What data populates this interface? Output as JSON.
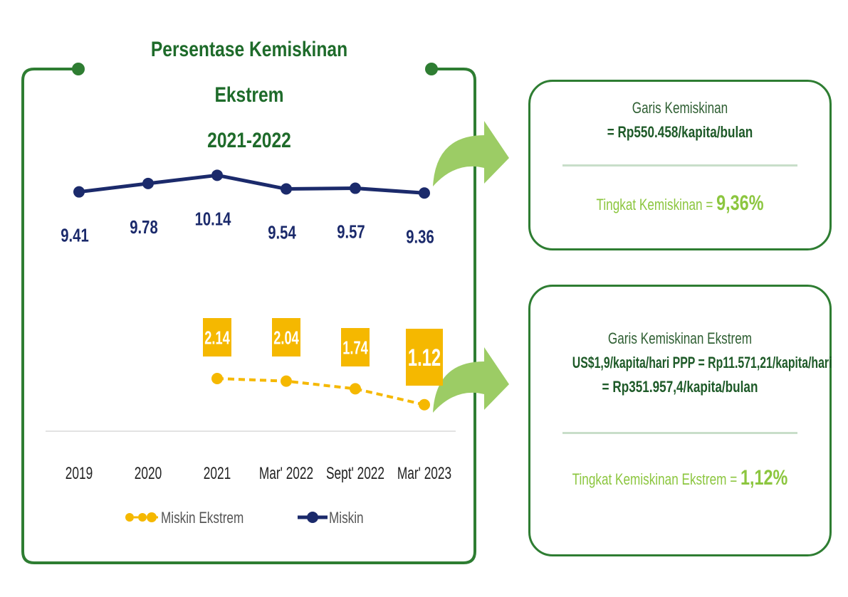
{
  "chart_data": {
    "type": "line",
    "title": [
      "Persentase Kemiskinan Ekstrem",
      "2021-2022"
    ],
    "categories": [
      "2019",
      "2020",
      "2021",
      "Mar' 2022",
      "Sept' 2022",
      "Mar' 2023"
    ],
    "series": [
      {
        "name": "Miskin",
        "color": "#1b2a6b",
        "values": [
          9.41,
          9.78,
          10.14,
          9.54,
          9.57,
          9.36
        ]
      },
      {
        "name": "Miskin Ekstrem",
        "color": "#f5b800",
        "values": [
          null,
          null,
          2.14,
          2.04,
          1.74,
          1.12
        ]
      }
    ],
    "data_labels": {
      "Miskin": [
        "9.41",
        "9.78",
        "10.14",
        "9.54",
        "9.57",
        "9.36"
      ],
      "Miskin Ekstrem": [
        "",
        "",
        "2.14",
        "2.04",
        "1.74",
        "1.12"
      ]
    },
    "legend": "bottom"
  },
  "cards": [
    {
      "lines": [
        "Garis Kemiskinan",
        "= Rp550.458/kapita/bulan"
      ],
      "rate_label": "Tingkat Kemiskinan = ",
      "rate_value": "9,36%"
    },
    {
      "lines": [
        "Garis Kemiskinan Ekstrem",
        "US$1,9/kapita/hari PPP = Rp11.571,21/kapita/hari",
        "= Rp351.957,4/kapita/bulan"
      ],
      "rate_label": "Tingkat Kemiskinan Ekstrem = ",
      "rate_value": "1,12%"
    }
  ],
  "colors": {
    "frame_green": "#2e7d32",
    "title_green": "#1e6b2a",
    "arrow_green": "#9ccc65",
    "rate_green": "#8cc63f",
    "navy": "#1b2a6b",
    "yellow": "#f5b800"
  }
}
